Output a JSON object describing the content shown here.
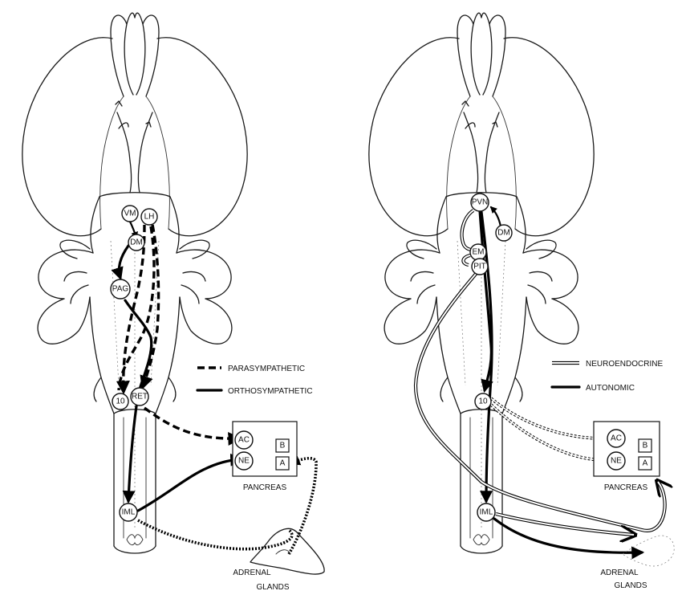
{
  "left_panel": {
    "nodes": {
      "vm": "VM",
      "lh": "LH",
      "dm": "DM",
      "pag": "PAG",
      "ten": "10",
      "ret": "RET",
      "iml": "IML",
      "ac": "AC",
      "ne": "NE",
      "b": "B",
      "a": "A"
    },
    "legend": {
      "dashed_label": "PARASYMPATHETIC",
      "solid_label": "ORTHOSYMPATHETIC"
    },
    "pancreas_label": "PANCREAS",
    "adrenal_label_line1": "ADRENAL",
    "adrenal_label_line2": "GLANDS"
  },
  "right_panel": {
    "nodes": {
      "pvn": "PVN",
      "dm": "DM",
      "em": "EM",
      "pit": "PIT",
      "ten": "10",
      "iml": "IML",
      "ac": "AC",
      "ne": "NE",
      "b": "B",
      "a": "A"
    },
    "legend": {
      "double_label": "NEUROENDOCRINE",
      "solid_label": "AUTONOMIC"
    },
    "pancreas_label": "PANCREAS",
    "adrenal_label_line1": "ADRENAL",
    "adrenal_label_line2": "GLANDS"
  },
  "colors": {
    "ink": "#000000",
    "paper": "#ffffff"
  }
}
